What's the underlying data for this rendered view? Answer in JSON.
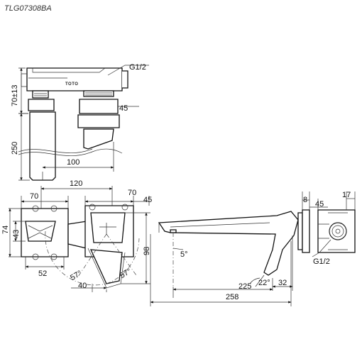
{
  "model_code": "TLG07308BA",
  "brand_mark": "TOTO",
  "dimensions": {
    "thread_top": "G1/2",
    "thread_side": "G1/2",
    "body_height": "70±13",
    "spindle_45_top": "45",
    "depth_250": "250",
    "spacing_100": "100",
    "spacing_120": "120",
    "plate_70_left": "70",
    "plate_70_right": "70",
    "plate_45_front": "45",
    "height_74": "74",
    "height_43": "43",
    "height_98": "98",
    "width_52": "52",
    "width_40": "40",
    "angle_57_left": "57°",
    "angle_57_right": "57°",
    "spout_8": "8",
    "spout_45": "45",
    "spout_17": "17",
    "angle_5": "5°",
    "length_225": "225",
    "angle_22": "22°",
    "length_32": "32",
    "length_258": "258"
  }
}
